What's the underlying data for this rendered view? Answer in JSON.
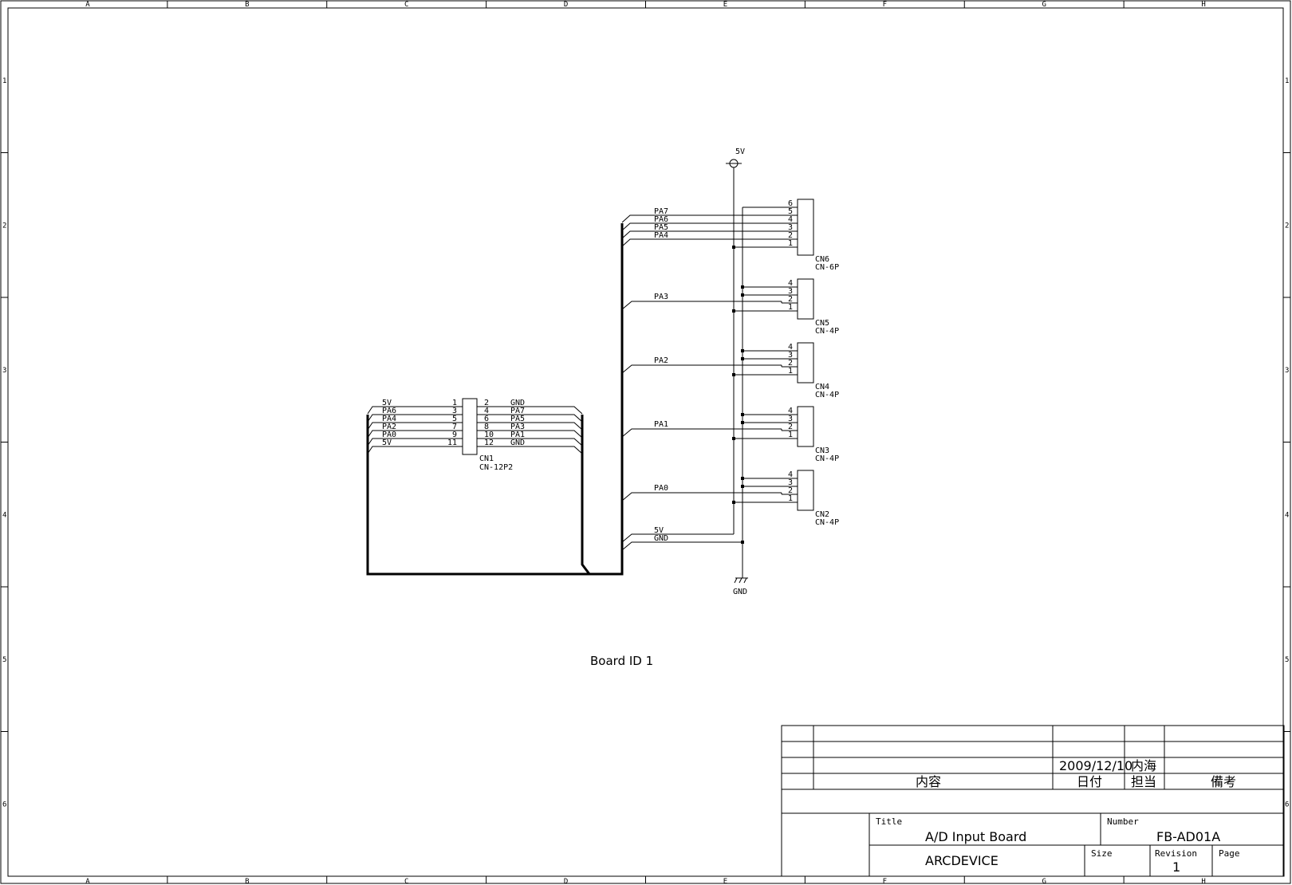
{
  "border": {
    "columns": [
      "A",
      "B",
      "C",
      "D",
      "E",
      "F",
      "G",
      "H"
    ],
    "rows": [
      "1",
      "2",
      "3",
      "4",
      "5",
      "6"
    ]
  },
  "power": {
    "supply_label": "5V",
    "ground_label": "GND"
  },
  "cn1": {
    "ref": "CN1",
    "value": "CN-12P2",
    "left_pins": [
      {
        "num": "1",
        "net": "5V"
      },
      {
        "num": "3",
        "net": "PA6"
      },
      {
        "num": "5",
        "net": "PA4"
      },
      {
        "num": "7",
        "net": "PA2"
      },
      {
        "num": "9",
        "net": "PA0"
      },
      {
        "num": "11",
        "net": "5V"
      }
    ],
    "right_pins": [
      {
        "num": "2",
        "net": "GND"
      },
      {
        "num": "4",
        "net": "PA7"
      },
      {
        "num": "6",
        "net": "PA5"
      },
      {
        "num": "8",
        "net": "PA3"
      },
      {
        "num": "10",
        "net": "PA1"
      },
      {
        "num": "12",
        "net": "GND"
      }
    ]
  },
  "bus_nets": {
    "cn6": [
      "PA7",
      "PA6",
      "PA5",
      "PA4"
    ],
    "cn5": "PA3",
    "cn4": "PA2",
    "cn3": "PA1",
    "cn2": "PA0",
    "power_5v": "5V",
    "power_gnd": "GND"
  },
  "connectors": [
    {
      "ref": "CN6",
      "value": "CN-6P",
      "pins": [
        "6",
        "5",
        "4",
        "3",
        "2",
        "1"
      ]
    },
    {
      "ref": "CN5",
      "value": "CN-4P",
      "pins": [
        "4",
        "3",
        "2",
        "1"
      ]
    },
    {
      "ref": "CN4",
      "value": "CN-4P",
      "pins": [
        "4",
        "3",
        "2",
        "1"
      ]
    },
    {
      "ref": "CN3",
      "value": "CN-4P",
      "pins": [
        "4",
        "3",
        "2",
        "1"
      ]
    },
    {
      "ref": "CN2",
      "value": "CN-4P",
      "pins": [
        "4",
        "3",
        "2",
        "1"
      ]
    }
  ],
  "note": "Board ID 1",
  "title_block": {
    "rev_date": "2009/12/10",
    "rev_person": "内海",
    "hdr_content": "内容",
    "hdr_date": "日付",
    "hdr_person": "担当",
    "hdr_remarks": "備考",
    "title_label": "Title",
    "title": "A/D Input Board",
    "number_label": "Number",
    "number": "FB-AD01A",
    "company": "ARCDEVICE",
    "size_label": "Size",
    "revision_label": "Revision",
    "revision": "1",
    "page_label": "Page"
  }
}
